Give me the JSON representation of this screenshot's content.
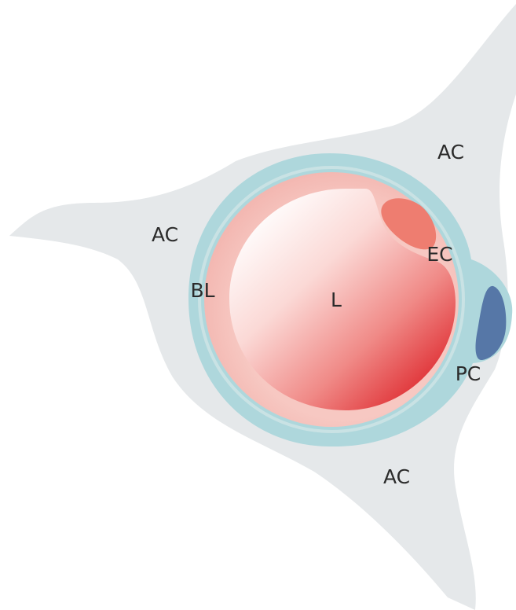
{
  "labels": {
    "ac_top_right": "AC",
    "ac_left": "AC",
    "ac_bottom": "AC",
    "bl": "BL",
    "lumen": "L",
    "ec": "EC",
    "pc": "PC"
  },
  "colors": {
    "astrocyte": "#e5e8ea",
    "basal_lamina": "#aed7dc",
    "endothelium": "#f4bcb6",
    "lumen_light": "#fff6f5",
    "lumen_dark": "#e23c3f",
    "endothelial_nucleus": "#ee7d70",
    "pericyte": "#5677a7"
  }
}
